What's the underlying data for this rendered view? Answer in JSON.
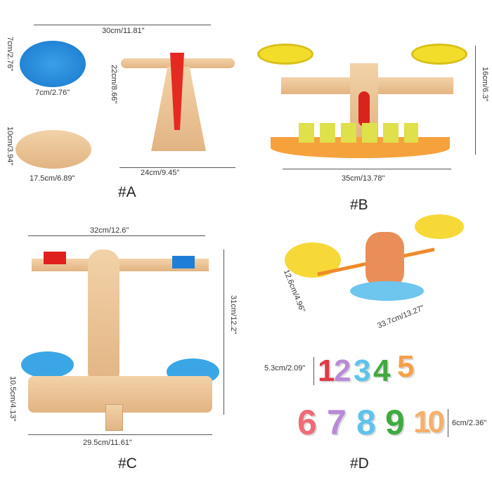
{
  "sections": {
    "A": {
      "tag": "#A",
      "dims": {
        "total_width": "30cm/11.81\"",
        "plate_height": "7cm/2.76\"",
        "plate_width": "7cm/2.76\"",
        "base_height": "10cm/3.94\"",
        "base_width": "17.5cm/6.89\"",
        "stand_height": "22cm/8.66\"",
        "stand_width": "24cm/9.45\""
      }
    },
    "B": {
      "tag": "#B",
      "dims": {
        "height": "16cm/6.3\"",
        "width": "35cm/13.78\""
      }
    },
    "C": {
      "tag": "#C",
      "dims": {
        "beam_width": "32cm/12.6\"",
        "height": "31cm/12.2\"",
        "base_depth": "10.5cm/4.13\"",
        "base_width": "29.5cm/11.61\""
      }
    },
    "D": {
      "tag": "#D",
      "dims": {
        "depth": "12.6cm/4.96\"",
        "width": "33.7cm/13.27\"",
        "digit_height_small": "5.3cm/2.09\"",
        "digit_height_large": "6cm/2.36\""
      },
      "digits": [
        {
          "text": "1",
          "color": "#e03a45"
        },
        {
          "text": "2",
          "color": "#b98ad8"
        },
        {
          "text": "3",
          "color": "#5ec3ea"
        },
        {
          "text": "4",
          "color": "#3faa3f"
        },
        {
          "text": "5",
          "color": "#f5a04a"
        },
        {
          "text": "6",
          "color": "#ef6b78"
        },
        {
          "text": "7",
          "color": "#b98ad8"
        },
        {
          "text": "8",
          "color": "#5ec3ea"
        },
        {
          "text": "9",
          "color": "#3faa3f"
        },
        {
          "text": "10",
          "color": "#f5b06a"
        }
      ]
    }
  }
}
